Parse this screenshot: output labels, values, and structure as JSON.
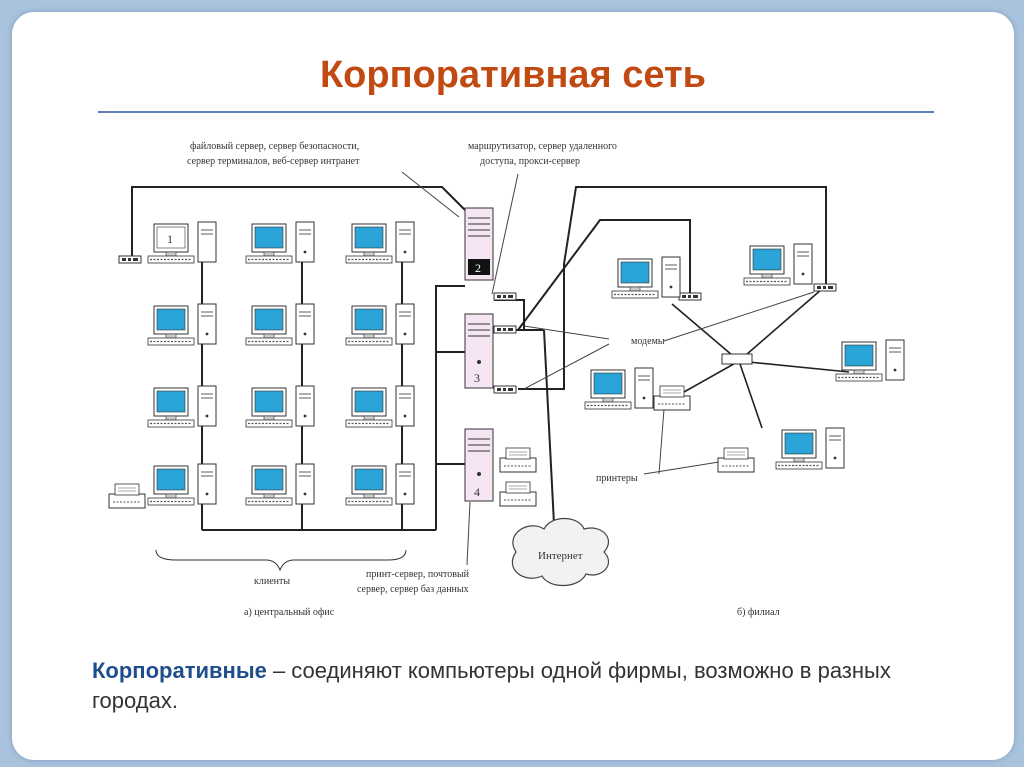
{
  "slide": {
    "title": "Корпоративная сеть",
    "caption_term": "Корпоративные",
    "caption_rest": " – соединяют компьютеры одной фирмы, возможно в разных городах."
  },
  "diagram": {
    "label_servers_1": "файловый сервер, сервер безопасности,",
    "label_servers_2": "сервер терминалов, веб-сервер интранет",
    "label_router_1": "маршрутизатор, сервер удаленного",
    "label_router_2": "доступа, прокси-сервер",
    "label_modems": "модемы",
    "label_printers": "принтеры",
    "label_internet": "Интернет",
    "label_clients": "клиенты",
    "label_print_server_1": "принт-сервер, почтовый",
    "label_print_server_2": "сервер, сервер баз данных",
    "label_central_office": "а)  центральный офис",
    "label_branch": "б)  филиал",
    "server_numbers": [
      "2",
      "3",
      "4"
    ],
    "client_number": "1"
  },
  "colors": {
    "title": "#c14a12",
    "accent": "#1f4e8c",
    "screen": "#2aa3d6",
    "server": "#f6e6f4"
  }
}
